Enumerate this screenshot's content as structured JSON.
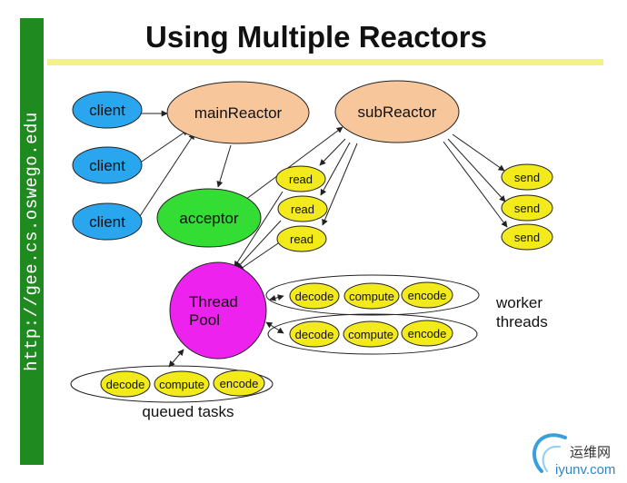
{
  "sidebar": {
    "text": "http://gee.cs.oswego.edu"
  },
  "title": "Using Multiple Reactors",
  "nodes": {
    "client_1": "client",
    "client_2": "client",
    "client_3": "client",
    "main_reactor": "mainReactor",
    "acceptor": "acceptor",
    "sub_reactor": "subReactor",
    "read_1": "read",
    "read_2": "read",
    "read_3": "read",
    "send_1": "send",
    "send_2": "send",
    "send_3": "send",
    "thread_pool_line1": "Thread",
    "thread_pool_line2": "Pool"
  },
  "worker_rows": [
    {
      "decode": "decode",
      "compute": "compute",
      "encode": "encode"
    },
    {
      "decode": "decode",
      "compute": "compute",
      "encode": "encode"
    }
  ],
  "queued_row": {
    "decode": "decode",
    "compute": "compute",
    "encode": "encode"
  },
  "labels": {
    "worker_line1": "worker",
    "worker_line2": "threads",
    "queued": "queued tasks"
  },
  "watermark": {
    "cn": "运维网",
    "url": "iyunv.com"
  },
  "colors": {
    "client": "#2aa6ee",
    "reactor": "#f7c69a",
    "acceptor": "#33dd33",
    "task": "#f2ea1a",
    "pool": "#ee22ee",
    "sidebar": "#1f8a1f",
    "title_line": "#f4f08a"
  }
}
